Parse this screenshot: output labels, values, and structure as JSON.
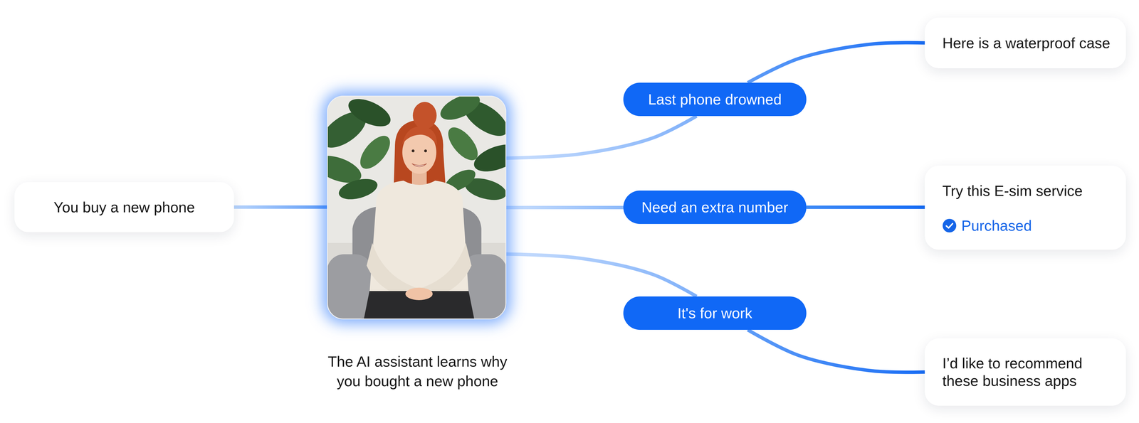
{
  "diagram": {
    "nodes": [
      {
        "text": [
          "You buy a new phone"
        ]
      },
      {
        "text": [
          "The AI assistant learns why you bought a new phone"
        ]
      },
      {
        "text": [
          "Last phone drowned"
        ]
      },
      {
        "text": [
          "Here is a waterproof case"
        ]
      },
      {
        "text": [
          "Need an extra number"
        ]
      },
      {
        "text": [
          "Try this E-sim service",
          "Purchased"
        ]
      },
      {
        "text": [
          "It's for work"
        ]
      },
      {
        "text": [
          "I’d like to recommend these business apps"
        ]
      }
    ],
    "edges": [
      {
        "from": 0,
        "to": 1,
        "arrow": "none"
      },
      {
        "from": 1,
        "to": 2,
        "arrow": "none"
      },
      {
        "from": 2,
        "to": 3,
        "arrow": "none"
      },
      {
        "from": 1,
        "to": 4,
        "arrow": "none"
      },
      {
        "from": 4,
        "to": 5,
        "arrow": "none"
      },
      {
        "from": 1,
        "to": 6,
        "arrow": "none"
      },
      {
        "from": 6,
        "to": 7,
        "arrow": "none"
      }
    ]
  }
}
